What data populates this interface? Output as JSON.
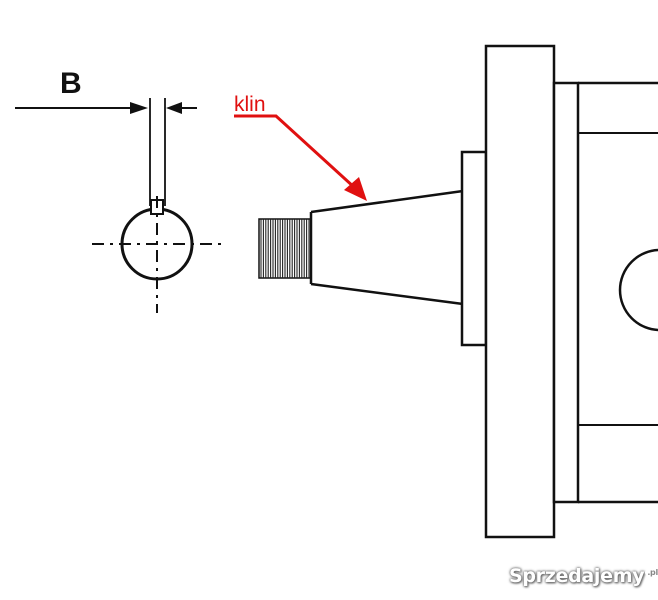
{
  "diagram": {
    "dimension_label": "B",
    "callout_label": "klin",
    "callout_color": "#e01010",
    "line_color": "#111111"
  },
  "watermark": {
    "text": "Sprzedajemy",
    "tld": ".pl"
  }
}
